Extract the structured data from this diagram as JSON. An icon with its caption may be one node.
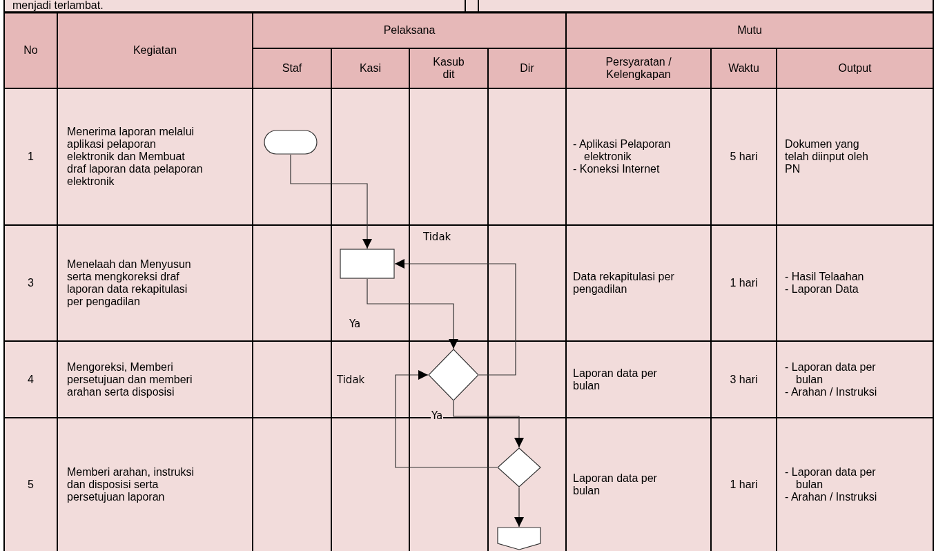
{
  "diagram": {
    "nodes": [
      {
        "text": [],
        "shape": "terminator"
      },
      {
        "text": [],
        "shape": "box"
      },
      {
        "text": [],
        "shape": "diamond"
      },
      {
        "text": [],
        "shape": "diamond"
      },
      {
        "text": [],
        "shape": "pentagon"
      }
    ],
    "edges": [
      {
        "from": 0,
        "to": 1,
        "arrow": "to"
      },
      {
        "from": 1,
        "to": 2,
        "arrow": "to",
        "label": "Ya"
      },
      {
        "from": 2,
        "to": 1,
        "arrow": "to",
        "label": "Tidak"
      },
      {
        "from": 2,
        "to": 3,
        "arrow": "to",
        "label": "Ya"
      },
      {
        "from": 3,
        "to": 2,
        "arrow": "to",
        "label": "Tidak"
      },
      {
        "from": 3,
        "to": 4,
        "arrow": "to"
      }
    ],
    "labels": [
      "menjadi terlambat.",
      "No",
      "Kegiatan",
      "Pelaksana",
      "Mutu",
      "Staf",
      "Kasi",
      "Kasub dit",
      "Dir",
      "Persyaratan / Kelengkapan",
      "Waktu",
      "Output",
      "1",
      "Menerima laporan melalui aplikasi pelaporan elektronik dan Membuat draf laporan data pelaporan elektronik",
      "- Aplikasi Pelaporan elektronik",
      "- Koneksi Internet",
      "5 hari",
      "Dokumen yang telah diinput oleh PN",
      "3",
      "Menelaah dan Menyusun serta mengkoreksi draf laporan data rekapitulasi per pengadilan",
      "Data rekapitulasi per pengadilan",
      "1 hari",
      "- Hasil Telaahan",
      "- Laporan Data",
      "4",
      "Mengoreksi, Memberi persetujuan dan memberi arahan serta disposisi",
      "Laporan data per bulan",
      "3 hari",
      "- Laporan data per bulan",
      "- Arahan / Instruksi",
      "5",
      "Memberi arahan, instruksi dan disposisi serta persetujuan laporan",
      "Laporan data per bulan",
      "1 hari",
      "- Laporan data per bulan",
      "- Arahan / Instruksi"
    ]
  }
}
